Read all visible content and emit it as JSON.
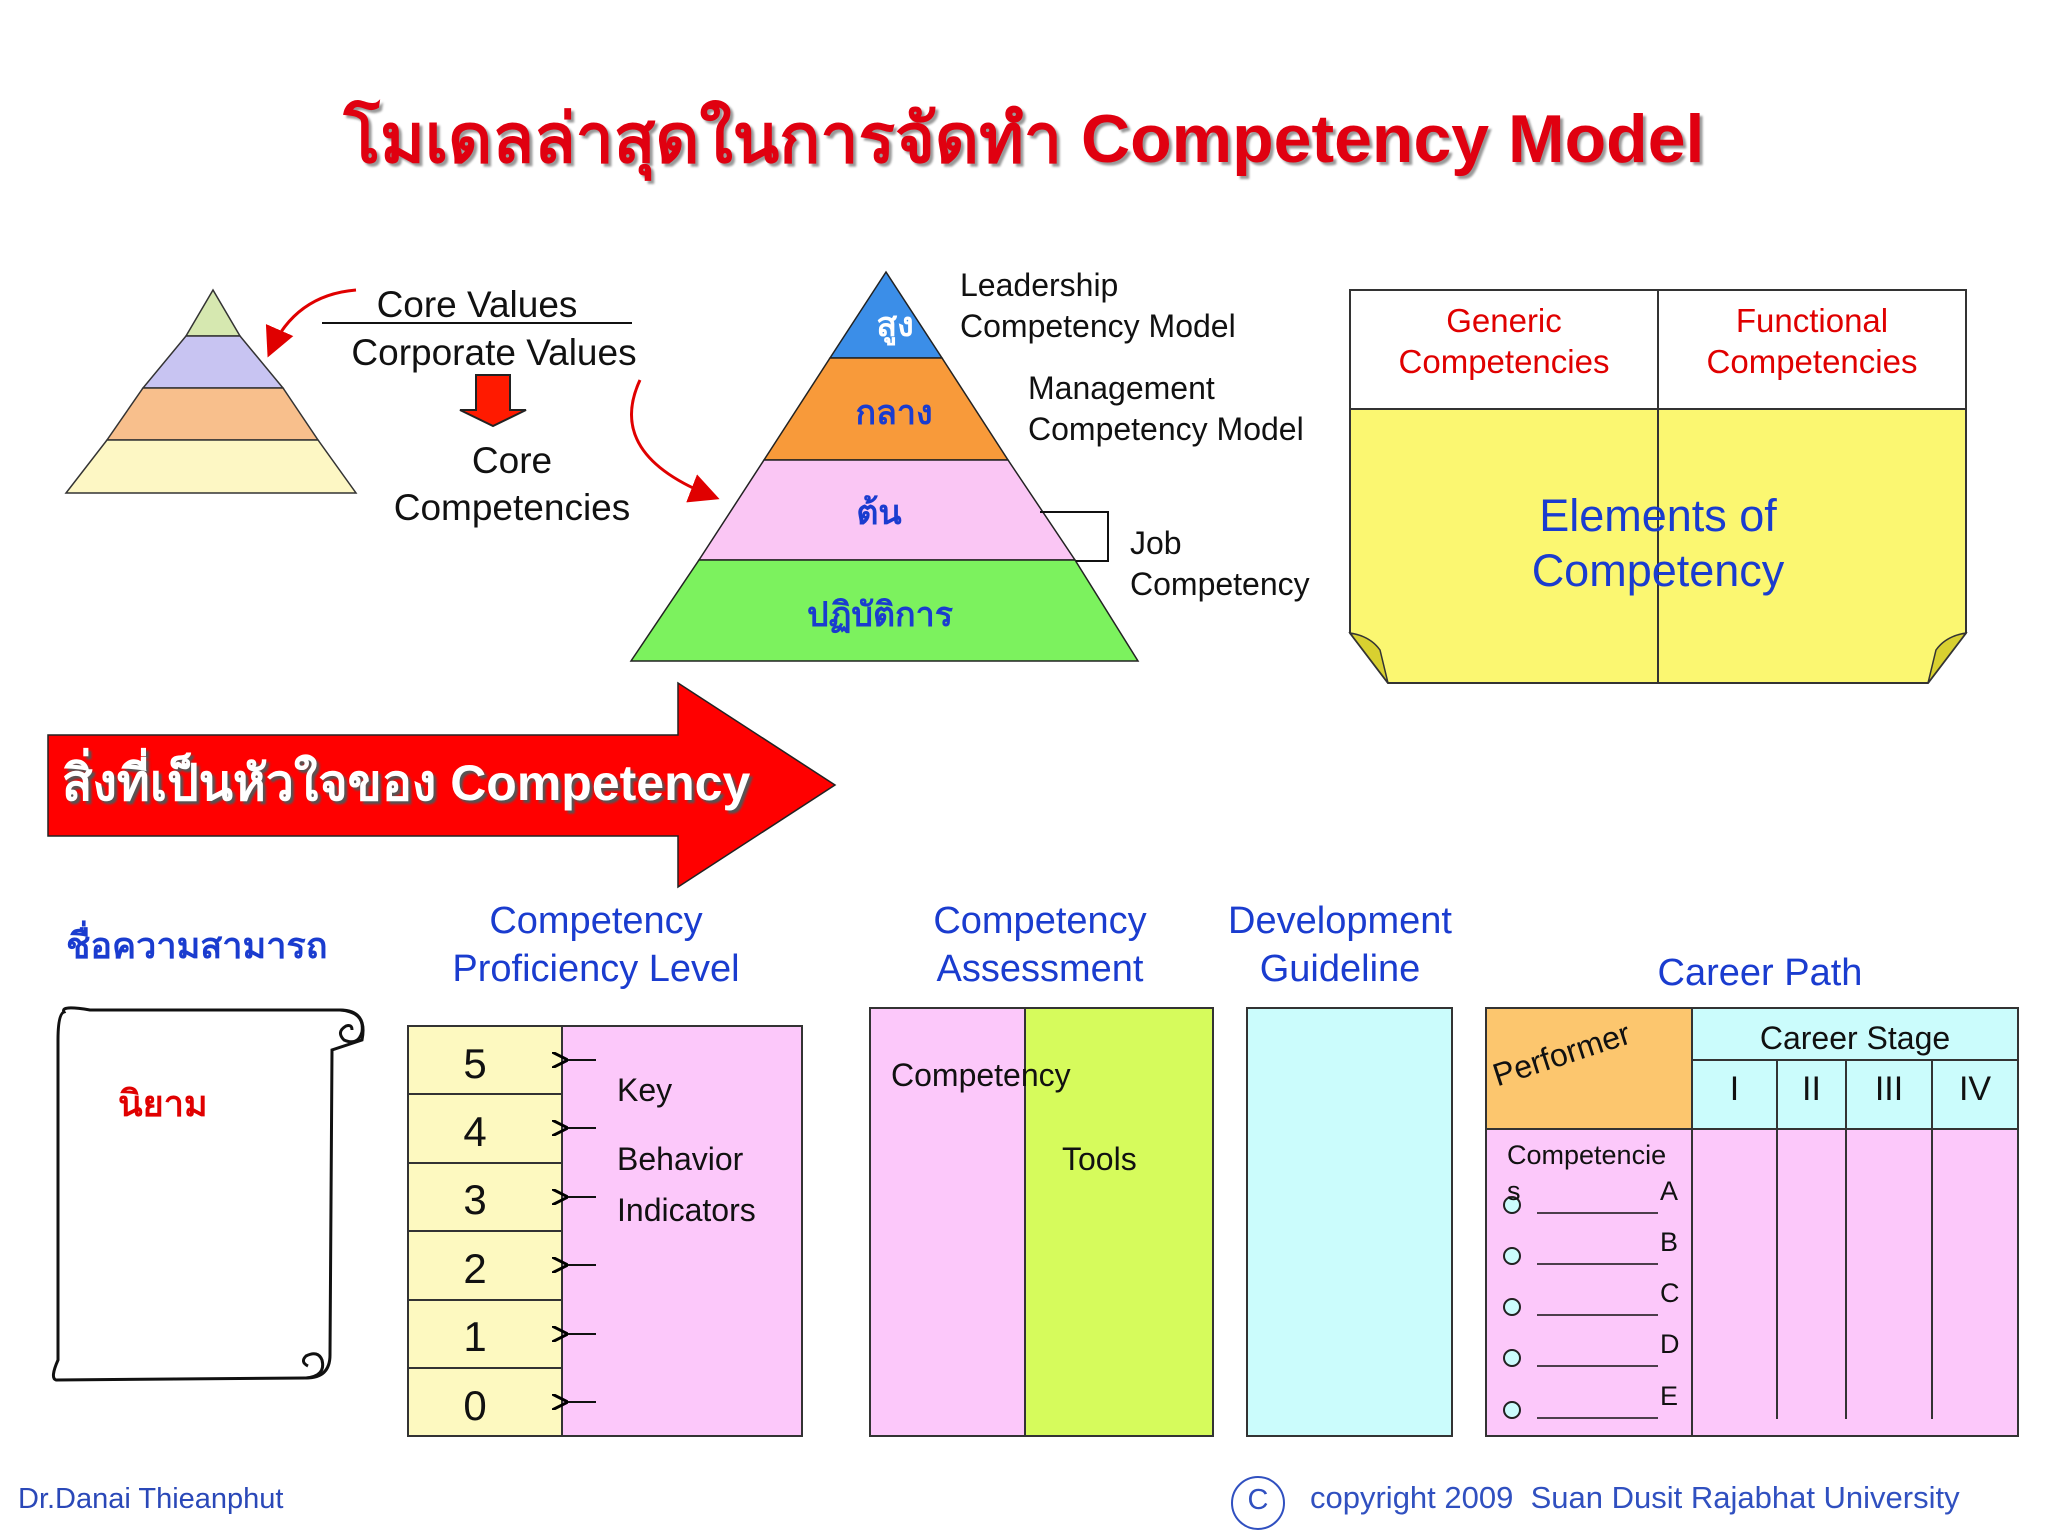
{
  "title": {
    "thai": "โมเดลล่าสุดในการจัดทำ",
    "english": "Competency Model",
    "color": "#e00010"
  },
  "left_pyramid": {
    "line1": "Core Values",
    "line2": "Corporate Values",
    "result_line1": "Core",
    "result_line2": "Competencies",
    "layer_colors": [
      "#d6e8b0",
      "#c8c4f2",
      "#f8bf8c",
      "#fdf7c4"
    ]
  },
  "main_pyramid": {
    "levels": [
      {
        "label": "สูง",
        "color": "#3b8ee8"
      },
      {
        "label": "กลาง",
        "color": "#f89a3a"
      },
      {
        "label": "ต้น",
        "color": "#fac6f4"
      },
      {
        "label": "ปฏิบัติการ",
        "color": "#7cf25e"
      }
    ],
    "leadership_line1": "Leadership",
    "leadership_line2": "Competency Model",
    "management_line1": "Management",
    "management_line2": "Competency Model",
    "job_line1": "Job",
    "job_line2": "Competency"
  },
  "elements_box": {
    "generic_line1": "Generic",
    "generic_line2": "Competencies",
    "functional_line1": "Functional",
    "functional_line2": "Competencies",
    "center_line1": "Elements of",
    "center_line2": "Competency",
    "fill": "#fbf771"
  },
  "banner": {
    "thai": "สิ่งที่เป็นหัวใจของ",
    "english": "Competency",
    "color": "#ff0000"
  },
  "name_section": {
    "title": "ชื่อความสามารถ",
    "definition": "นิยาม"
  },
  "proficiency": {
    "title_line1": "Competency",
    "title_line2": "Proficiency Level",
    "levels": [
      "5",
      "4",
      "3",
      "2",
      "1",
      "0"
    ],
    "ind_line1": "Key",
    "ind_line2": "Behavior",
    "ind_line3": "Indicators"
  },
  "assessment": {
    "title_line1": "Competency",
    "title_line2": "Assessment",
    "left_label": "Competency",
    "right_label": "Tools"
  },
  "development": {
    "title_line1": "Development",
    "title_line2": "Guideline"
  },
  "career": {
    "title": "Career Path",
    "performer": "Performer",
    "stage": "Career Stage",
    "stages": [
      "I",
      "II",
      "III",
      "IV"
    ],
    "competencies_line1": "Competencie",
    "competencies_line2": "s",
    "items": [
      "A",
      "B",
      "C",
      "D",
      "E"
    ]
  },
  "footer": {
    "author": "Dr.Danai Thieanphut",
    "copyright_symbol": "C",
    "copyright": "copyright 2009  Suan Dusit Rajabhat University"
  }
}
